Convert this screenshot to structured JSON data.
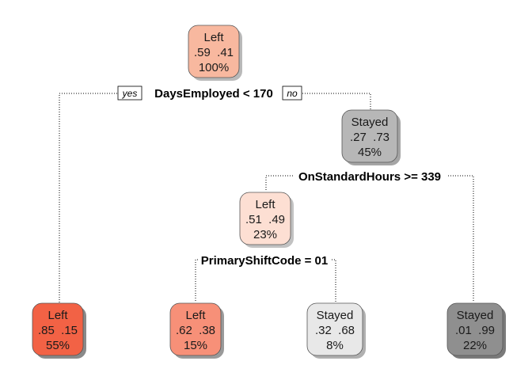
{
  "nodes": [
    {
      "id": "root",
      "class_label": "Left",
      "probs": ".59  .41",
      "percent": "100%",
      "color": "#F8B89F",
      "shadow": "#b9b9b9"
    },
    {
      "id": "n-right",
      "class_label": "Stayed",
      "probs": ".27  .73",
      "percent": "45%",
      "color": "#B7B7B7",
      "shadow": "#a5a5a5"
    },
    {
      "id": "n-mid",
      "class_label": "Left",
      "probs": ".51  .49",
      "percent": "23%",
      "color": "#FDDFD3",
      "shadow": "#c2c2c2"
    },
    {
      "id": "leaf-1",
      "class_label": "Left",
      "probs": ".85  .15",
      "percent": "55%",
      "color": "#F26245",
      "shadow": "#8a8a8a"
    },
    {
      "id": "leaf-2",
      "class_label": "Left",
      "probs": ".62  .38",
      "percent": "15%",
      "color": "#F79078",
      "shadow": "#9a9a9a"
    },
    {
      "id": "leaf-3",
      "class_label": "Stayed",
      "probs": ".32  .68",
      "percent": "8%",
      "color": "#E8E8E8",
      "shadow": "#b0b0b0"
    },
    {
      "id": "leaf-4",
      "class_label": "Stayed",
      "probs": ".01  .99",
      "percent": "22%",
      "color": "#8F8F8F",
      "shadow": "#7a7a7a"
    }
  ],
  "splits": [
    {
      "id": "split-1",
      "text": "DaysEmployed < 170"
    },
    {
      "id": "split-2",
      "text": "OnStandardHours >= 339"
    },
    {
      "id": "split-3",
      "text": "PrimaryShiftCode = 01"
    }
  ],
  "branch_labels": {
    "yes": "yes",
    "no": "no"
  }
}
